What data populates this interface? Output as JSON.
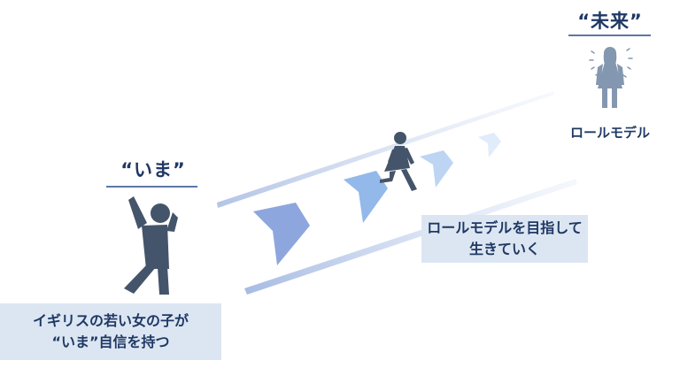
{
  "now": {
    "heading": "“いま”",
    "caption_lines": [
      "イギリスの若い女の子が",
      "“いま”自信を持つ"
    ]
  },
  "future": {
    "heading": "“未来”",
    "role_model_label": "ロールモデル"
  },
  "path": {
    "caption_lines": [
      "ロールモデルを目指して",
      "生きていく"
    ]
  },
  "colors": {
    "text_navy": "#1f3864",
    "figure_navy": "#44546a",
    "caption_bg": "#dce6f2"
  },
  "icons": [
    "cheering-person-icon",
    "walking-woman-icon",
    "role-model-woman-icon",
    "chevron-arrow-icon"
  ]
}
